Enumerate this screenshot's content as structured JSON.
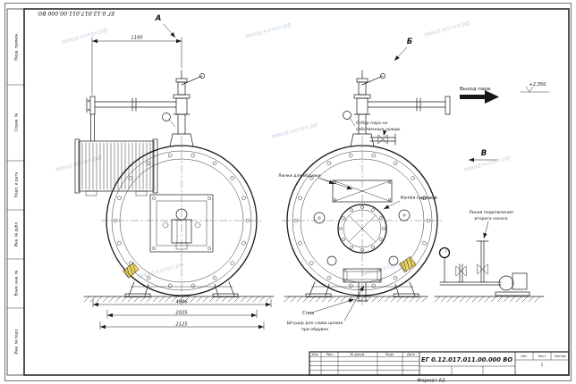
{
  "sheet": {
    "doc_number": "ЕГ 0.12.017.011.00.000  ВО",
    "format_label": "Формат А3",
    "sheet_value": "1",
    "title_block": {
      "izm": "Изм.",
      "list": "Лист",
      "dok": "№ докум.",
      "podp": "Подп.",
      "data": "Дата",
      "lit": "Лит.",
      "list2": "Лист",
      "listov": "Листов"
    },
    "stamps": [
      "Перв. примен.",
      "Справ. №",
      "Подп. и дата",
      "Инв. № дубл.",
      "Взам. инв. №",
      "Инв. № подл."
    ]
  },
  "views": {
    "a": "А",
    "b": "Б",
    "v": "В"
  },
  "annotations": {
    "steam_out": "Выход пара",
    "elevation": "+2,350",
    "own_needs": {
      "line1": "Отбор пара на",
      "line2": "собственные нужды"
    },
    "blow_hatches": "Лючки для обдувки",
    "boiler": "Котёл паровой",
    "pump_line": {
      "line1": "Линия подключения",
      "line2": "второго насоса"
    },
    "drain": "Слив",
    "sludge": {
      "line1": "Штуцер для слива шлама",
      "line2": "при обдувке"
    }
  },
  "dimensions": {
    "top_pipe": "1100",
    "overall": "4946",
    "dim_a": "2025",
    "dim_b": "2125"
  },
  "watermark": "завод-котел.рф",
  "colors": {
    "highlight": "#e9cb3f",
    "watermark_blue": "#9fb4cc",
    "line": "#1b1b1e"
  }
}
